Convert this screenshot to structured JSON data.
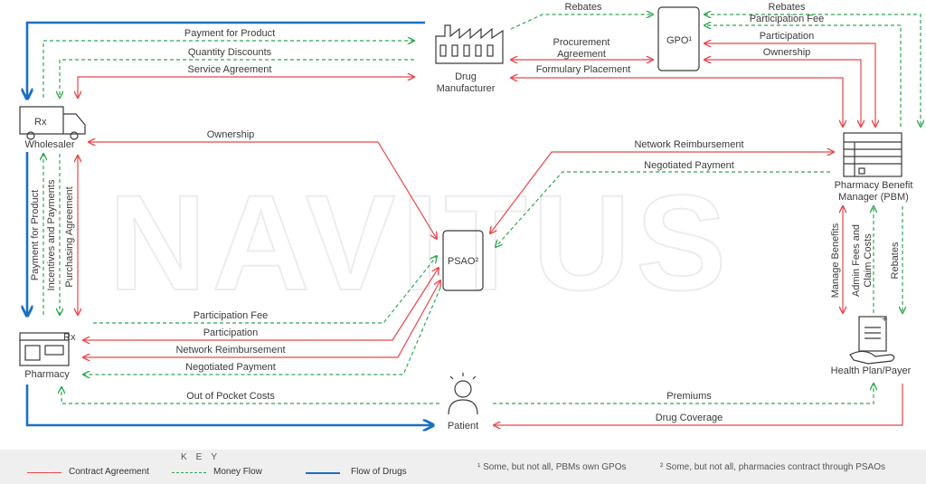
{
  "nodes": {
    "drug_manufacturer": "Drug\nManufacturer",
    "gpo": "GPO¹",
    "wholesaler": "Wholesaler",
    "pbm": "Pharmacy Benefit\nManager (PBM)",
    "psao": "PSAO²",
    "pharmacy": "Pharmacy",
    "health_plan": "Health Plan/Payer",
    "patient": "Patient"
  },
  "flows": {
    "payment_for_product_top": "Payment for Product",
    "quantity_discounts": "Quantity Discounts",
    "service_agreement": "Service Agreement",
    "rebates_mfr_gpo": "Rebates",
    "procurement_agreement": "Procurement\nAgreement",
    "formulary_placement": "Formulary Placement",
    "rebates_gpo_pbm": "Rebates",
    "participation_fee_gpo": "Participation Fee",
    "participation_gpo": "Participation",
    "ownership_gpo": "Ownership",
    "ownership_wholesaler_psao": "Ownership",
    "network_reimbursement_pbm": "Network Reimbursement",
    "negotiated_payment_pbm": "Negotiated Payment",
    "payment_for_product_left": "Payment for Product",
    "incentives_and_payments": "Incentives and Payments",
    "purchasing_agreement": "Purchasing Agreement",
    "participation_fee_pharm": "Participation Fee",
    "participation_pharm": "Participation",
    "network_reimbursement_pharm": "Network Reimbursement",
    "negotiated_payment_pharm": "Negotiated Payment",
    "out_of_pocket_costs": "Out of Pocket Costs",
    "premiums": "Premiums",
    "drug_coverage": "Drug Coverage",
    "manage_benefits": "Manage Benefits",
    "admin_fees_and_claim_costs": "Admin Fees and\nClaim Costs",
    "rebates_pbm_plan": "Rebates"
  },
  "key": {
    "title": "KEY",
    "contract_agreement": "Contract Agreement",
    "money_flow": "Money Flow",
    "flow_of_drugs": "Flow of Drugs"
  },
  "footnotes": {
    "note1": "¹ Some, but not all, PBMs own GPOs",
    "note2": "² Some, but not all, pharmacies contract through PSAOs"
  },
  "colors": {
    "contract": "#e8474b",
    "money": "#2fa84f",
    "drugs": "#1a6fc4"
  }
}
